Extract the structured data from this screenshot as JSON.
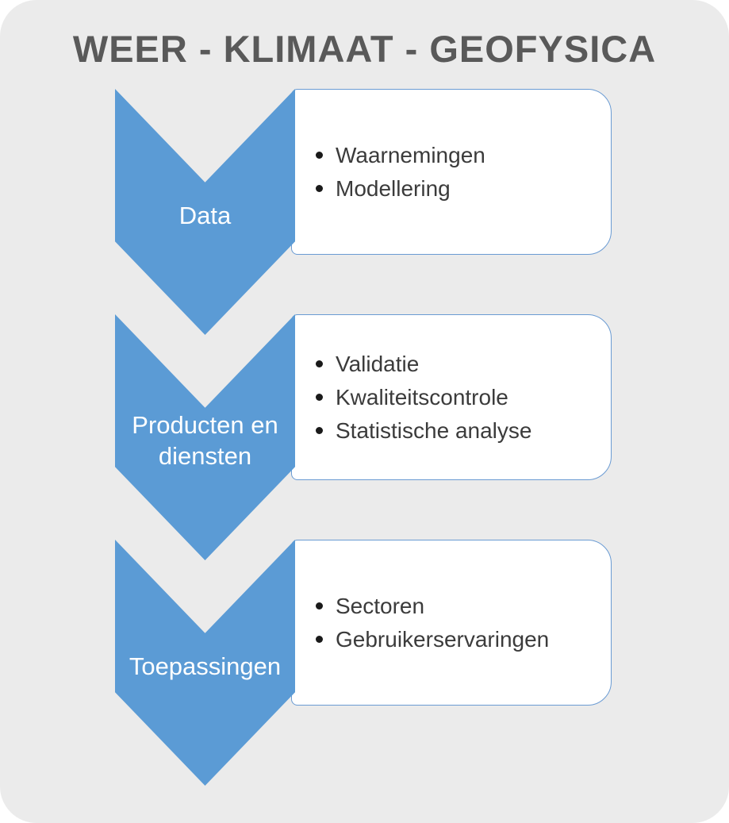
{
  "title": "WEER - KLIMAAT - GEOFYSICA",
  "colors": {
    "panel_background": "#ebebeb",
    "chevron_blue": "#5b9bd5",
    "box_border_blue": "#6a9bd3",
    "title_text": "#595959",
    "bullet_text": "#3b3b3b",
    "chevron_label_text": "#ffffff"
  },
  "diagram": {
    "type": "vertical-chevron-list",
    "steps": [
      {
        "label": "Data",
        "items": [
          "Waarnemingen",
          "Modellering"
        ]
      },
      {
        "label": "Producten en diensten",
        "items": [
          "Validatie",
          "Kwaliteitscontrole",
          "Statistische analyse"
        ]
      },
      {
        "label": "Toepassingen",
        "items": [
          "Sectoren",
          "Gebruikerservaringen"
        ]
      }
    ]
  }
}
